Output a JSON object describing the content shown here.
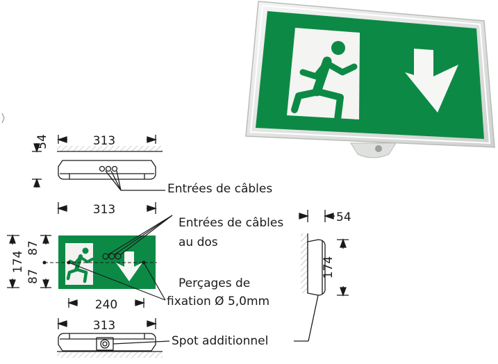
{
  "product_photo": {
    "colors": {
      "sign_green": "#0c8a45",
      "frame": "#e4e6e4"
    },
    "icons": [
      "running-man-icon",
      "door-icon",
      "arrow-down-icon"
    ]
  },
  "top_view": {
    "width_label": "313",
    "depth_label": "54"
  },
  "front_view": {
    "width_label": "313",
    "height_total_label": "174",
    "height_half_upper_label": "87",
    "height_half_lower_label": "87",
    "hole_spacing_label": "240",
    "colors": {
      "sign_green": "#0c8a45"
    }
  },
  "bottom_view": {
    "width_label": "313"
  },
  "side_view": {
    "depth_label": "54",
    "height_label": "174"
  },
  "callouts": {
    "cable_entries": "Entrées de câbles",
    "cable_entries_back_line1": "Entrées de câbles",
    "cable_entries_back_line2": "au dos",
    "fixing_holes_line1": "Perçages de",
    "fixing_holes_line2": "fixation Ø 5,0mm",
    "extra_spot": "Spot additionnel"
  }
}
